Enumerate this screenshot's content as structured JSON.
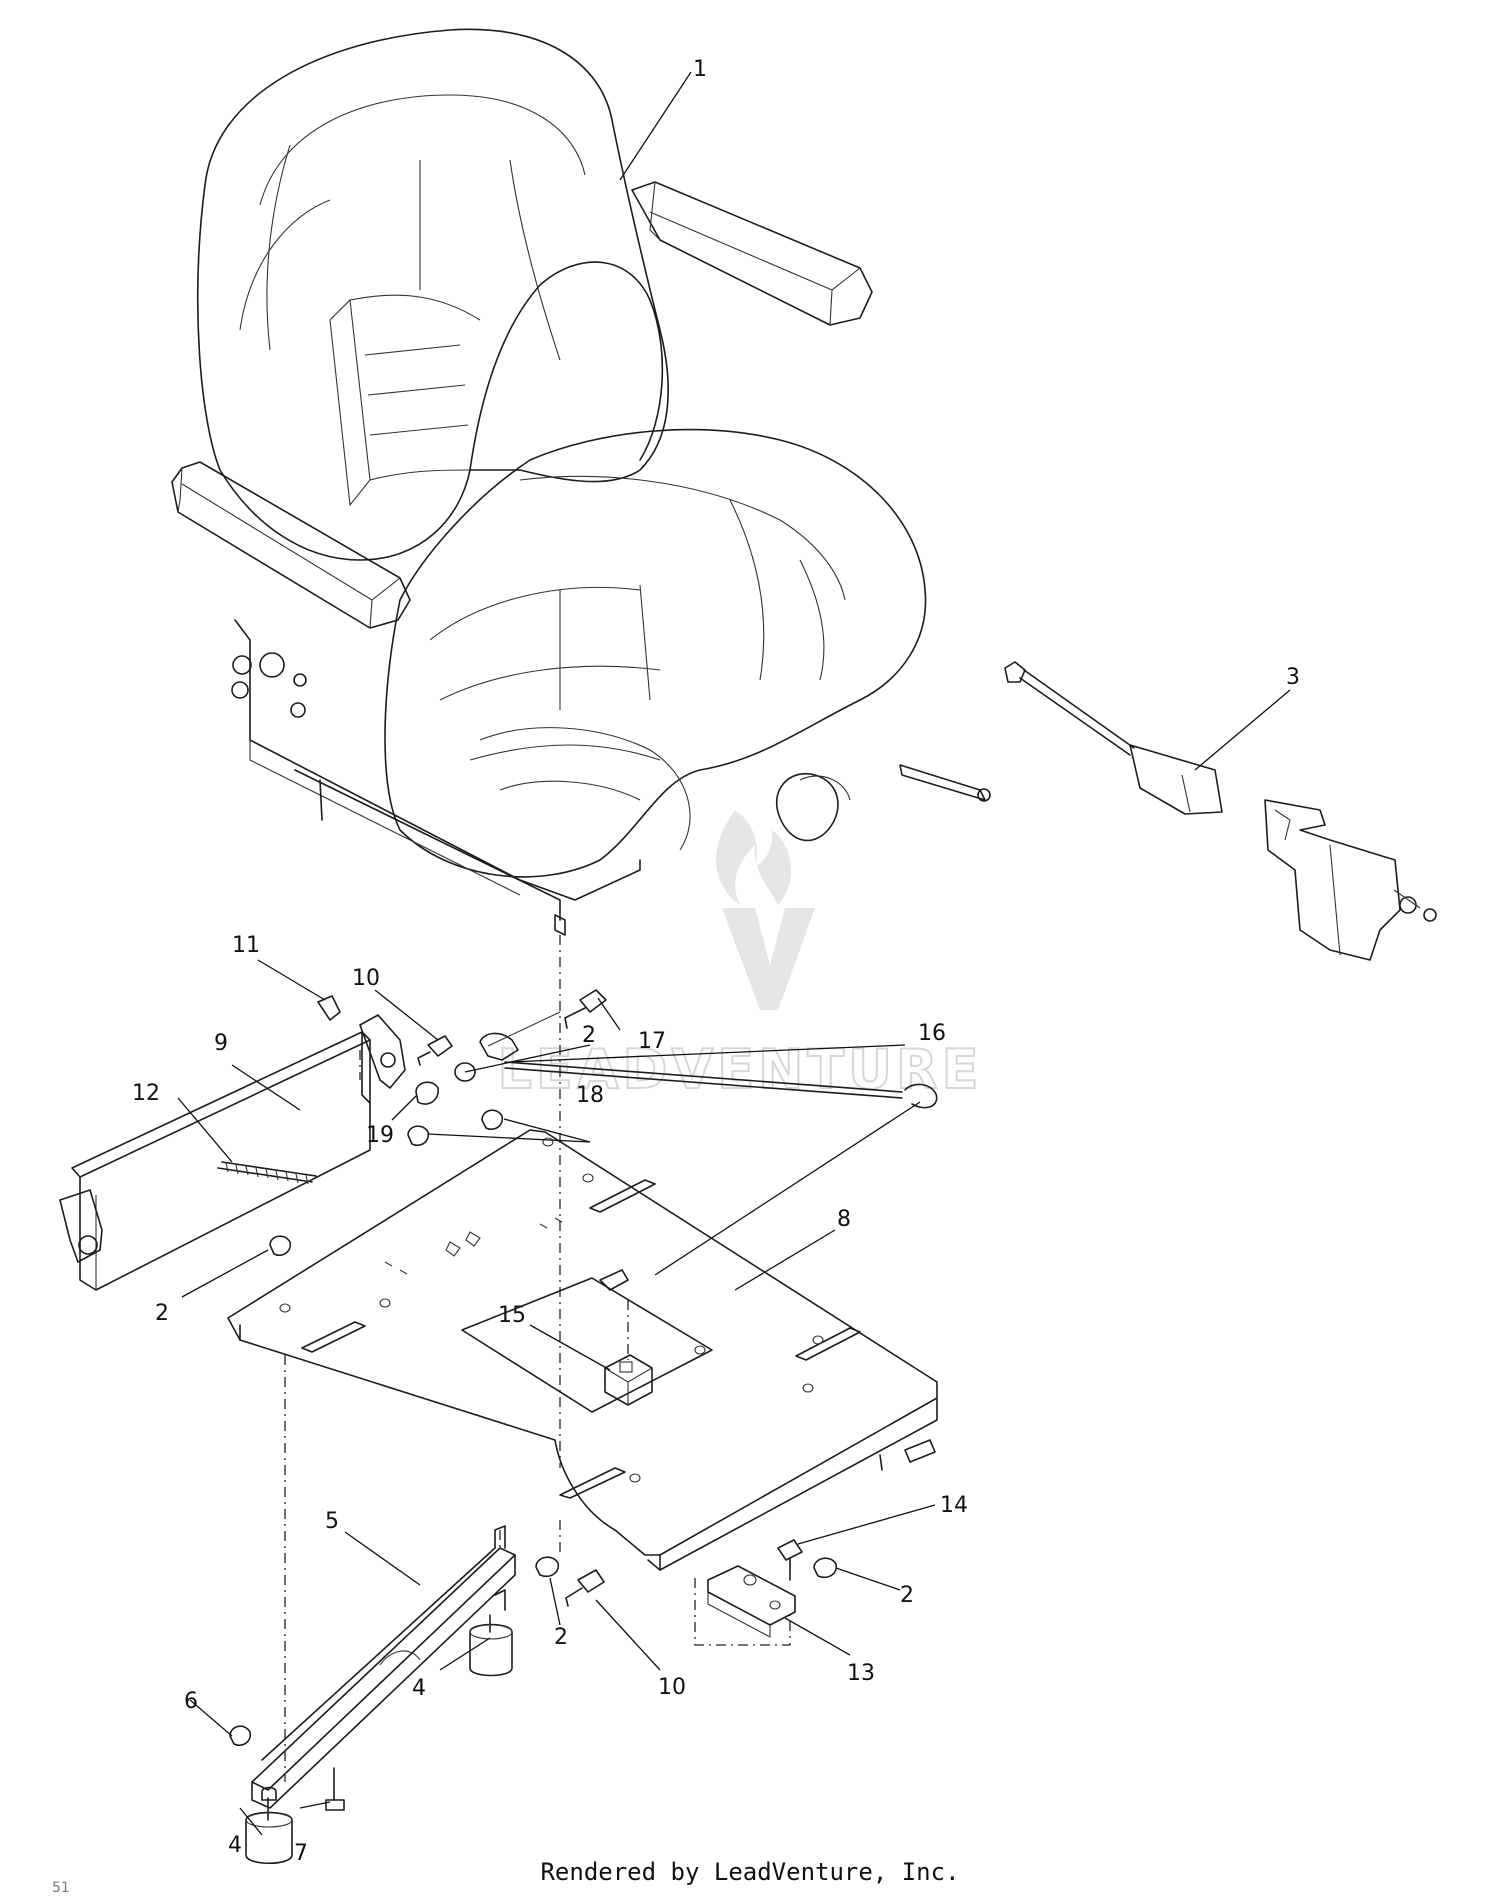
{
  "watermark": {
    "text": "LEADVENTURE"
  },
  "callouts": [
    {
      "id": "c1",
      "text": "1"
    },
    {
      "id": "c2a",
      "text": "2"
    },
    {
      "id": "c2b",
      "text": "2"
    },
    {
      "id": "c2c",
      "text": "2"
    },
    {
      "id": "c2d",
      "text": "2"
    },
    {
      "id": "c3",
      "text": "3"
    },
    {
      "id": "c4a",
      "text": "4"
    },
    {
      "id": "c4b",
      "text": "4"
    },
    {
      "id": "c5",
      "text": "5"
    },
    {
      "id": "c6",
      "text": "6"
    },
    {
      "id": "c7",
      "text": "7"
    },
    {
      "id": "c8",
      "text": "8"
    },
    {
      "id": "c9",
      "text": "9"
    },
    {
      "id": "c10a",
      "text": "10"
    },
    {
      "id": "c10b",
      "text": "10"
    },
    {
      "id": "c11",
      "text": "11"
    },
    {
      "id": "c12",
      "text": "12"
    },
    {
      "id": "c13",
      "text": "13"
    },
    {
      "id": "c14",
      "text": "14"
    },
    {
      "id": "c15",
      "text": "15"
    },
    {
      "id": "c16",
      "text": "16"
    },
    {
      "id": "c17",
      "text": "17"
    },
    {
      "id": "c18",
      "text": "18"
    },
    {
      "id": "c19",
      "text": "19"
    }
  ],
  "footer": {
    "text": "Rendered by LeadVenture, Inc."
  },
  "corner_mark": {
    "text": "51"
  }
}
